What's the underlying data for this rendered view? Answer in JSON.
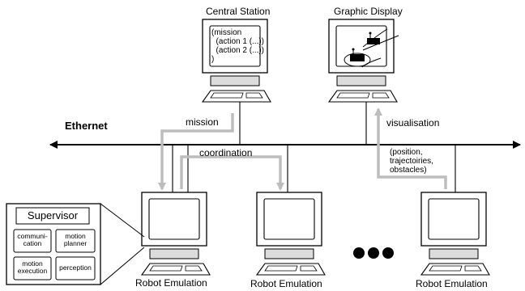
{
  "network": {
    "label": "Ethernet"
  },
  "central_station": {
    "title": "Central Station",
    "script_lines": [
      "(mission",
      "  (action 1 (...))",
      "  (action 2 (...))",
      ")"
    ]
  },
  "graphic_display": {
    "title": "Graphic Display"
  },
  "flows": {
    "mission": "mission",
    "coordination": "coordination",
    "visualisation": "visualisation",
    "vis_data": [
      "(position,",
      "trajectoiries,",
      "obstacles)"
    ]
  },
  "robots": [
    {
      "label": "Robot Emulation"
    },
    {
      "label": "Robot Emulation"
    },
    {
      "label": "Robot Emulation"
    }
  ],
  "supervisor": {
    "title": "Supervisor",
    "modules": [
      {
        "lines": [
          "communi-",
          "cation"
        ]
      },
      {
        "lines": [
          "motion",
          "planner"
        ]
      },
      {
        "lines": [
          "motion",
          "execution"
        ]
      },
      {
        "lines": [
          "perception"
        ]
      }
    ]
  },
  "colors": {
    "flow_arrow": "#bdbdbd",
    "line": "#000000",
    "background": "#ffffff"
  }
}
